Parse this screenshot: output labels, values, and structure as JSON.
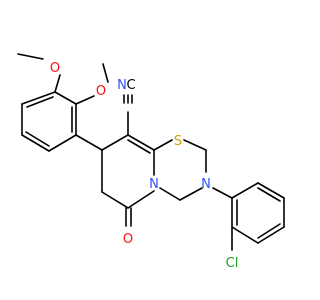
{
  "molecule": {
    "atoms": {
      "o_methoxy1": "O",
      "o_methoxy2": "O",
      "n_nitrile": "N",
      "c_nitrile": "C",
      "s_ring": "S",
      "n_ring1": "N",
      "n_ring2": "N",
      "o_carbonyl": "O",
      "cl": "Cl"
    },
    "colors": {
      "bond": "#000000",
      "O": "#ff0d0d",
      "N": "#3050f8",
      "S": "#c8a600",
      "Cl": "#1e9e1e",
      "C": "#000000"
    }
  }
}
